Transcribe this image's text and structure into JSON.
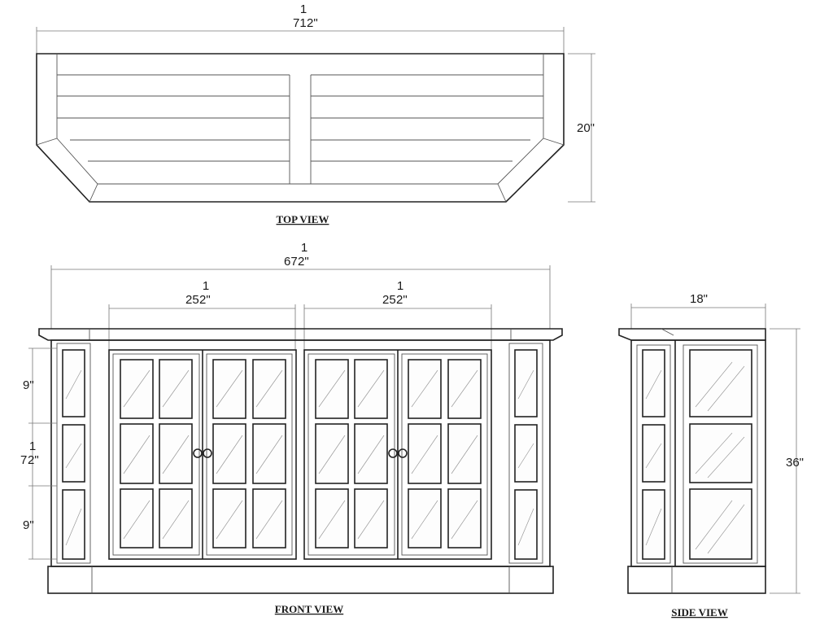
{
  "views": {
    "top": {
      "title": "TOP VIEW",
      "width_whole": "71",
      "width_rest": "2\"",
      "width_frac_num": "1",
      "depth": "20\""
    },
    "front": {
      "title": "FRONT VIEW",
      "overall_whole": "67",
      "overall_rest": "2\"",
      "overall_frac_num": "1",
      "left_door_whole": "25",
      "left_door_rest": "2\"",
      "left_door_frac_num": "1",
      "right_door_whole": "25",
      "right_door_rest": "2\"",
      "right_door_frac_num": "1",
      "upper_panel": "9\"",
      "middle_panel_whole": "7",
      "middle_panel_rest": "2\"",
      "middle_panel_frac_num": "1",
      "lower_panel": "9\""
    },
    "side": {
      "title": "SIDE VIEW",
      "depth": "18\"",
      "height": "36\""
    }
  }
}
